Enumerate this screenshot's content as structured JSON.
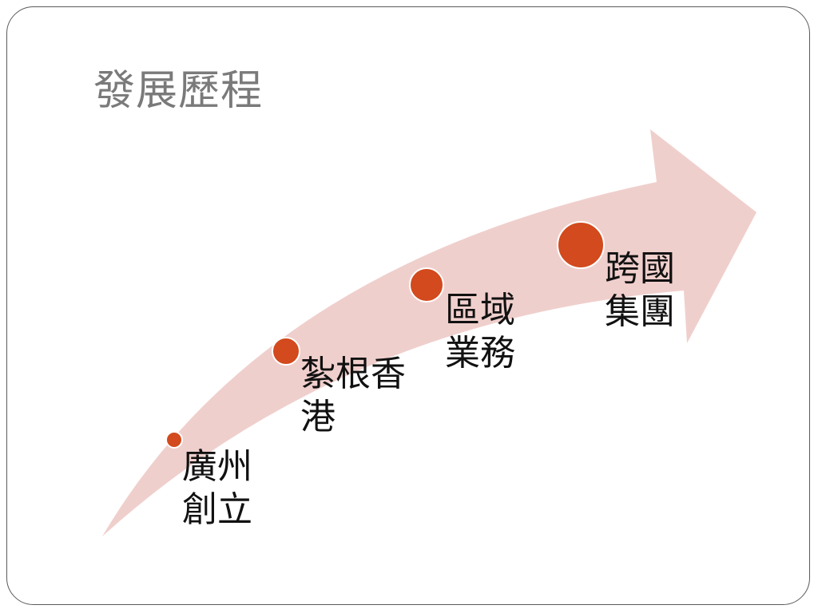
{
  "slide": {
    "title": "發展歷程"
  },
  "colors": {
    "arrow_fill": "#efcfcc",
    "marker_fill": "#d24a1d",
    "marker_stroke": "#ffffff",
    "title_text": "#7a7a7a",
    "label_text": "#111111"
  },
  "milestones": [
    {
      "lines": [
        "廣州",
        "創立"
      ]
    },
    {
      "lines": [
        "紮根香",
        "港"
      ]
    },
    {
      "lines": [
        "區域",
        "業務"
      ]
    },
    {
      "lines": [
        "跨國",
        "集團"
      ]
    }
  ]
}
